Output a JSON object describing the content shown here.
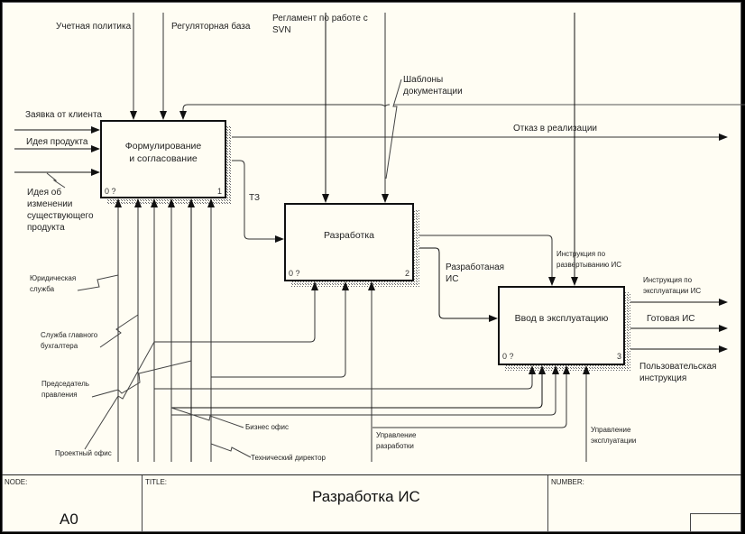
{
  "diagram": {
    "type": "IDEF0",
    "boxes": [
      {
        "id": "box-1",
        "title_line1": "Формулирование",
        "title_line2": "и согласование",
        "cost": "0 ?",
        "number": "1"
      },
      {
        "id": "box-2",
        "title_line1": "Разработка",
        "cost": "0 ?",
        "number": "2"
      },
      {
        "id": "box-3",
        "title_line1": "Ввод в эксплуатацию",
        "cost": "0 ?",
        "number": "3"
      }
    ],
    "controls": {
      "accounting_policy": "Учетная политика",
      "regulatory_base": "Регуляторная база",
      "svn_rules_line1": "Регламент по работе с",
      "svn_rules_line2": "SVN",
      "doc_templates_line1": "Шаблоны",
      "doc_templates_line2": "документации",
      "deploy_instruction_line1": "Инструкция по",
      "deploy_instruction_line2": "развертыванию ИС"
    },
    "inputs": {
      "client_request": "Заявка от клиента",
      "product_idea": "Идея продукта",
      "change_idea_line1": "Идея об",
      "change_idea_line2": "изменении",
      "change_idea_line3": "существующего",
      "change_idea_line4": "продукта"
    },
    "outputs": {
      "rejection": "Отказ в реализации",
      "tz": "ТЗ",
      "developed_is_line1": "Разработаная",
      "developed_is_line2": "ИС",
      "operation_instruction_line1": "Инструкция по",
      "operation_instruction_line2": "эксплуатации ИС",
      "ready_is": "Готовая ИС",
      "user_instruction_line1": "Пользовательская",
      "user_instruction_line2": "инструкция"
    },
    "mechanisms": {
      "legal_service_line1": "Юридическая",
      "legal_service_line2": "служба",
      "chief_accountant_line1": "Служба главного",
      "chief_accountant_line2": "бухгалтера",
      "board_chairman_line1": "Председатель",
      "board_chairman_line2": "правления",
      "project_office": "Проектный офис",
      "business_office": "Бизнес офис",
      "technical_director": "Технический директор",
      "dev_management_line1": "Управление",
      "dev_management_line2": "разработки",
      "ops_management_line1": "Управление",
      "ops_management_line2": "эксплуатации"
    }
  },
  "footer": {
    "node_caption": "NODE:",
    "node_value": "A0",
    "title_caption": "TITLE:",
    "title_value": "Разработка ИС",
    "number_caption": "NUMBER:"
  },
  "colors": {
    "background": "#fffdf3",
    "line": "#222222",
    "thin_line": "#555555"
  }
}
